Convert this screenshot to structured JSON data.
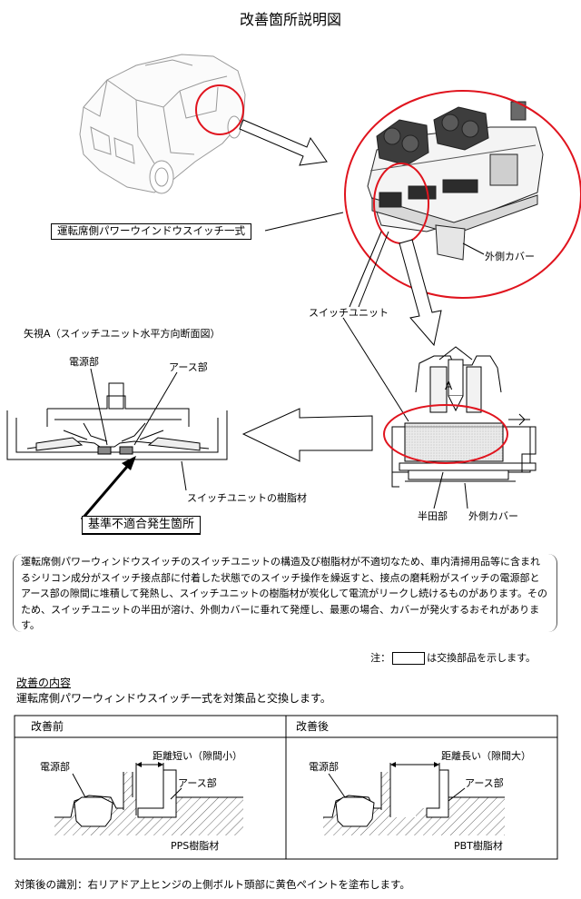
{
  "title": "改善箇所説明図",
  "labels": {
    "switch_assembly": "運転席側パワーウインドウスイッチ一式",
    "outer_cover_top": "外側カバー",
    "switch_unit": "スイッチユニット",
    "arrow_view": "矢視A（スイッチユニット水平方向断面図）",
    "power_part": "電源部",
    "earth_part": "アース部",
    "resin_material": "スイッチユニットの樹脂材",
    "defect_location": "基準不適合発生箇所",
    "solder_part": "半田部",
    "outer_cover_bottom": "外側カバー",
    "view_a": "A"
  },
  "description": "運転席側パワーウィンドウスイッチのスイッチユニットの構造及び樹脂材が不適切なため、車内清掃用品等に含まれるシリコン成分がスイッチ接点部に付着した状態でのスイッチ操作を繰返すと、接点の磨耗粉がスイッチの電源部とアース部の隙間に堆積して発熱し、スイッチユニットの樹脂材が炭化して電流がリークし続けるものがあります。そのため、スイッチユニットの半田が溶け、外側カバーに垂れて発煙し、最悪の場合、カバーが発火するおそれがあります。",
  "note": {
    "prefix": "注：",
    "suffix": "は交換部品を示します。"
  },
  "improvement": {
    "heading": "改善の内容",
    "text": "運転席側パワーウィンドウスイッチ一式を対策品と交換します。",
    "before": {
      "header": "改善前",
      "power": "電源部",
      "distance": "距離短い（隙間小）",
      "earth": "アース部",
      "material": "PPS樹脂材"
    },
    "after": {
      "header": "改善後",
      "power": "電源部",
      "distance": "距離長い（隙間大）",
      "earth": "アース部",
      "material": "PBT樹脂材"
    }
  },
  "footer": "対策後の識別：右リアドア上ヒンジの上側ボルト頭部に黄色ペイントを塗布します。",
  "colors": {
    "highlight_circle": "#e0141e",
    "line": "#000000",
    "hatch": "#555555"
  }
}
